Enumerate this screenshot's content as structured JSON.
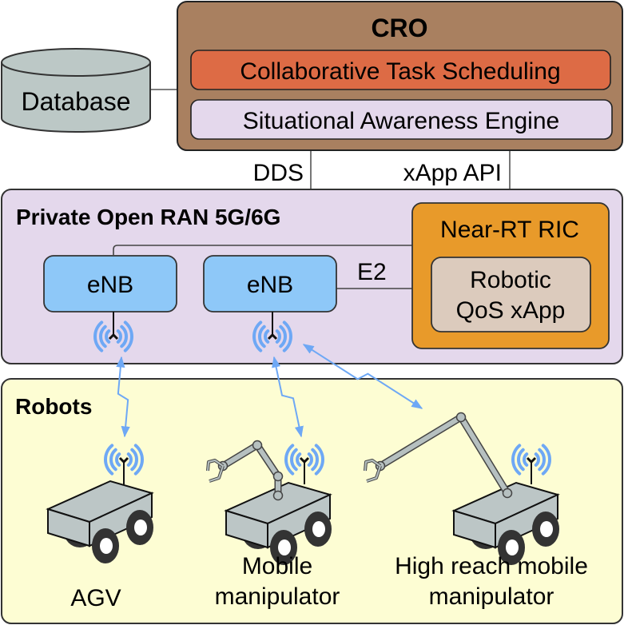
{
  "colors": {
    "cro_fill": "#a98060",
    "scheduling_fill": "#dd6b45",
    "awareness_fill": "#e4d8ec",
    "database_fill": "#bcc8c6",
    "ran_fill": "#e4d8ec",
    "enb_fill": "#8ec8f8",
    "ric_fill": "#e89a2a",
    "xapp_fill": "#dccbbd",
    "robots_fill": "#fdfdd3",
    "wireless": "#6ea8f5",
    "robot_body": "#bcc6c6",
    "wheel": "#333333",
    "stroke": "#333333"
  },
  "cro": {
    "title": "CRO",
    "scheduling": "Collaborative Task Scheduling",
    "awareness": "Situational Awareness Engine"
  },
  "database": {
    "label": "Database"
  },
  "links": {
    "dds": "DDS",
    "xapp_api": "xApp API",
    "e2": "E2"
  },
  "ran": {
    "title": "Private Open RAN 5G/6G",
    "enb": [
      "eNB",
      "eNB"
    ],
    "ric": {
      "title": "Near-RT RIC",
      "xapp_line1": "Robotic",
      "xapp_line2": "QoS xApp"
    }
  },
  "robots": {
    "title": "Robots",
    "items": [
      {
        "name": "agv",
        "lines": [
          "AGV"
        ]
      },
      {
        "name": "mobile-manipulator",
        "lines": [
          "Mobile",
          "manipulator"
        ]
      },
      {
        "name": "high-reach-mobile-manipulator",
        "lines": [
          "High reach mobile",
          "manipulator"
        ]
      }
    ]
  }
}
